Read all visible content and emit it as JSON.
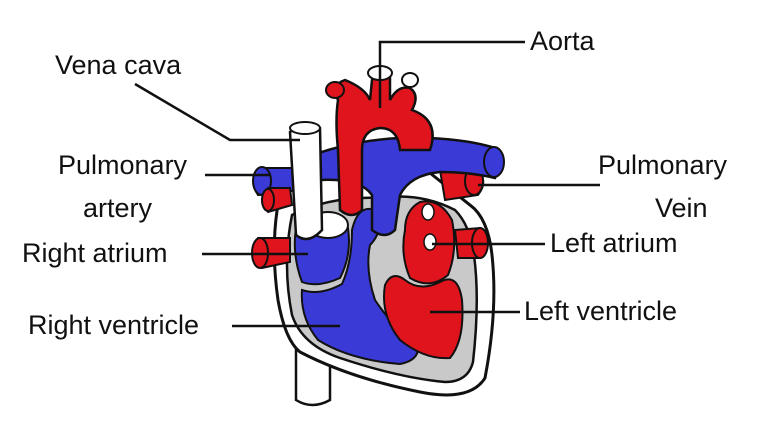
{
  "labels": {
    "aorta": "Aorta",
    "vena_cava": "Vena cava",
    "pulmonary_artery_line1": "Pulmonary",
    "pulmonary_artery_line2": "artery",
    "pulmonary_vein_line1": "Pulmonary",
    "pulmonary_vein_line2": "Vein",
    "right_atrium": "Right atrium",
    "left_atrium": "Left atrium",
    "right_ventricle": "Right ventricle",
    "left_ventricle": "Left ventricle"
  },
  "colors": {
    "oxygenated": "#e0141c",
    "deoxygenated": "#3a3ad6",
    "muscle": "#c9c9c9",
    "outline": "#111111"
  }
}
